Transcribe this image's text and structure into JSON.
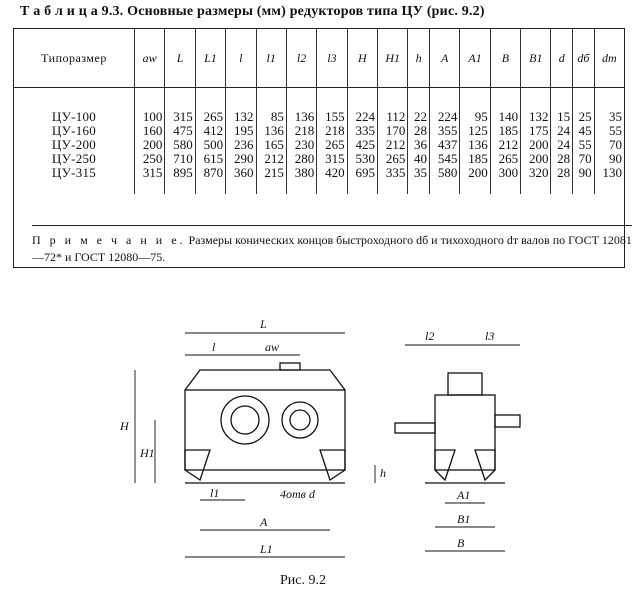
{
  "caption": "Т а б л и ц а  9.3. Основные размеры (мм) редукторов типа ЦУ (рис. 9.2)",
  "table": {
    "headers": [
      "Типоразмер",
      "aw",
      "L",
      "L1",
      "l",
      "l1",
      "l2",
      "l3",
      "H",
      "H1",
      "h",
      "A",
      "A1",
      "B",
      "B1",
      "d",
      "dб",
      "dт"
    ],
    "rows": [
      [
        "ЦУ-100",
        "100",
        "315",
        "265",
        "132",
        "85",
        "136",
        "155",
        "224",
        "112",
        "22",
        "224",
        "95",
        "140",
        "132",
        "15",
        "25",
        "35"
      ],
      [
        "ЦУ-160",
        "160",
        "475",
        "412",
        "195",
        "136",
        "218",
        "218",
        "335",
        "170",
        "28",
        "355",
        "125",
        "185",
        "175",
        "24",
        "45",
        "55"
      ],
      [
        "ЦУ-200",
        "200",
        "580",
        "500",
        "236",
        "165",
        "230",
        "265",
        "425",
        "212",
        "36",
        "437",
        "136",
        "212",
        "200",
        "24",
        "55",
        "70"
      ],
      [
        "ЦУ-250",
        "250",
        "710",
        "615",
        "290",
        "212",
        "280",
        "315",
        "530",
        "265",
        "40",
        "545",
        "185",
        "265",
        "200",
        "28",
        "70",
        "90"
      ],
      [
        "ЦУ-315",
        "315",
        "895",
        "870",
        "360",
        "215",
        "380",
        "420",
        "695",
        "335",
        "35",
        "580",
        "200",
        "300",
        "320",
        "28",
        "90",
        "130"
      ]
    ]
  },
  "note": {
    "label": "П р и м е ч а н и е.",
    "text": "Размеры конических концов быстроходного dб и тихоходного dт валов по ГОСТ 12081—72* и ГОСТ 12080—75."
  },
  "figure": {
    "labels": {
      "L": "L",
      "l": "l",
      "aw": "aw",
      "H": "H",
      "H1": "H1",
      "h": "h",
      "l1": "l1",
      "holes": "4отв d",
      "A": "A",
      "L1": "L1",
      "l2": "l2",
      "l3": "l3",
      "A1": "A1",
      "B1": "B1",
      "B": "B"
    },
    "caption": "Рис. 9.2"
  }
}
